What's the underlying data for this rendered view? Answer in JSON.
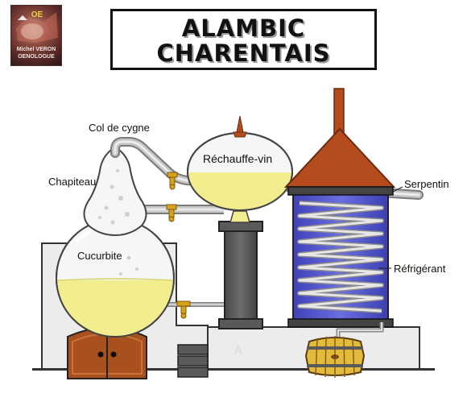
{
  "header": {
    "title_line1": "ALAMBIC",
    "title_line2": "CHARENTAIS"
  },
  "logo": {
    "name_text": "Michel VERON",
    "subtitle_text": "OENOLOGUE"
  },
  "labels": {
    "col_de_cygne": "Col de cygne",
    "chapiteau": "Chapiteau",
    "cucurbite": "Cucurbite",
    "rechauffe_vin": "Réchauffe-vin",
    "serpentin": "Serpentin",
    "refrigerant": "Réfrigérant"
  },
  "colors": {
    "liquid": "#f2ee8f",
    "glass": "#f4f4f4",
    "pipe": "#b8b8b8",
    "pipe_dark": "#7a7a7a",
    "coil_tank": "#5c5fd6",
    "coil": "#d6d6d6",
    "funnel": "#b44c1e",
    "column": "#5a5a5a",
    "furnace_door": "#a8501e",
    "barrel": "#e3bb3a",
    "masonry": "#ededed",
    "tap": "#d9a21b"
  }
}
